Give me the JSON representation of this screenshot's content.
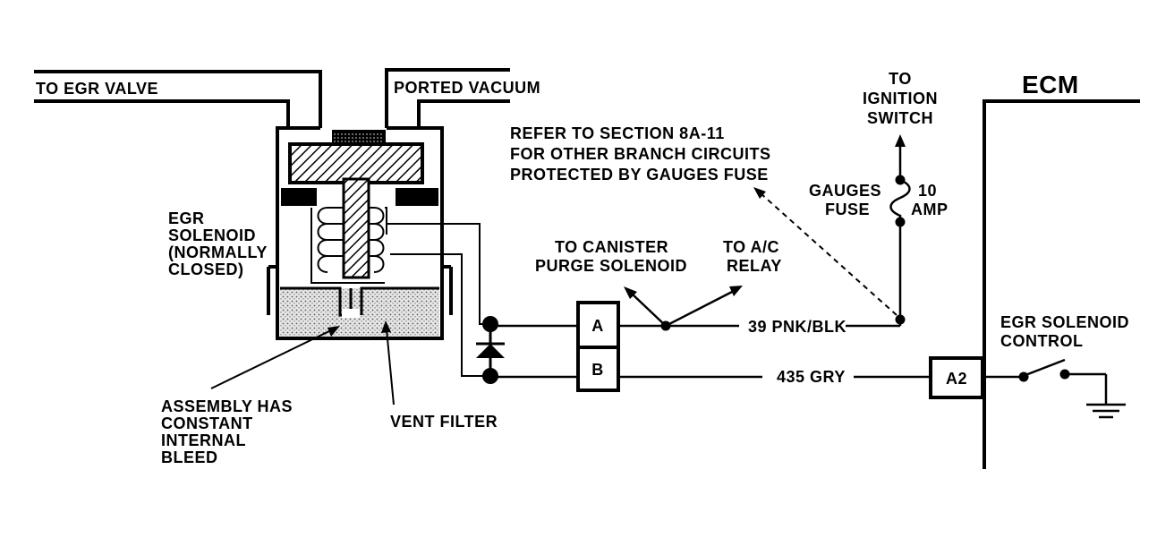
{
  "labels": {
    "to_egr_valve": "TO EGR VALVE",
    "ported_vacuum": "PORTED VACUUM",
    "egr_solenoid_l1": "EGR",
    "egr_solenoid_l2": "SOLENOID",
    "egr_solenoid_l3": "(NORMALLY",
    "egr_solenoid_l4": "CLOSED)",
    "bleed_l1": "ASSEMBLY HAS",
    "bleed_l2": "CONSTANT",
    "bleed_l3": "INTERNAL",
    "bleed_l4": "BLEED",
    "vent_filter": "VENT FILTER",
    "refer_l1": "REFER TO SECTION 8A-11",
    "refer_l2": "FOR OTHER BRANCH CIRCUITS",
    "refer_l3": "PROTECTED BY GAUGES FUSE",
    "canister_l1": "TO CANISTER",
    "canister_l2": "PURGE SOLENOID",
    "ac_l1": "TO A/C",
    "ac_l2": "RELAY",
    "ign_l1": "TO",
    "ign_l2": "IGNITION",
    "ign_l3": "SWITCH",
    "fuse_l1": "GAUGES",
    "fuse_l2": "FUSE",
    "amp_l1": "10",
    "amp_l2": "AMP",
    "ecm": "ECM",
    "ctrl_l1": "EGR SOLENOID",
    "ctrl_l2": "CONTROL",
    "wire_pnk": "39 PNK/BLK",
    "wire_gry": "435 GRY",
    "terminal_a": "A",
    "terminal_b": "B",
    "terminal_a2": "A2"
  },
  "colors": {
    "line": "#000000",
    "background": "#ffffff",
    "filter_fill": "#d9d9d9"
  }
}
